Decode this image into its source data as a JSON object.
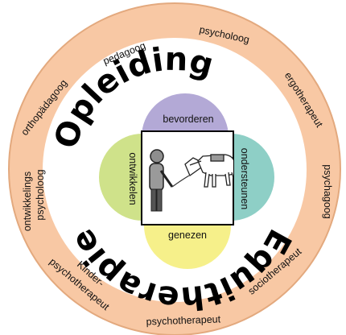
{
  "colors": {
    "outer_ring": "#F8C8A4",
    "outer_ring_stroke": "#E3A97E",
    "inner_disk": "#FFFFFF",
    "petal_top": "#B3A9D6",
    "petal_left": "#CFE28A",
    "petal_right": "#8ECFC6",
    "petal_bottom": "#F6F08A",
    "center_box": "#FFFFFF",
    "text": "#111111"
  },
  "title_top": "Opleiding",
  "title_bottom": "Equitherapie",
  "professions": [
    "pedagoog",
    "psycholoog",
    "ergotherapeut",
    "psychagoog",
    "sociotherapeut",
    "psychotherapeut",
    "Kinder-",
    "psychotherapeut",
    "ontwikkelings",
    "psycholoog",
    "orthopädagoog"
  ],
  "petals": {
    "top": "bevorderen",
    "left": "ontwikkelen",
    "right": "ondersteunen",
    "bottom": "genezen"
  },
  "center_image": {
    "icon_person": "person-icon",
    "icon_horse": "horse-icon"
  }
}
